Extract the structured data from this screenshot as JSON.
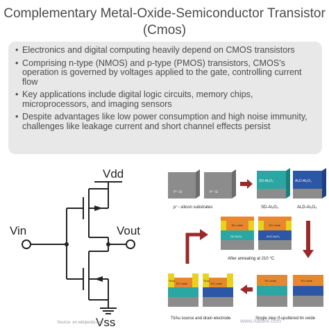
{
  "title": "Complementary Metal-Oxide-Semiconductor Transistor (Cmos)",
  "bullets": [
    "Electronics and digital computing heavily depend on CMOS transistors",
    "Comprising n-type (NMOS) and p-type (PMOS) transistors, CMOS's operation is governed by voltages applied to the gate, controlling current flow",
    "Key applications include digital logic circuits, memory chips, microprocessors, and imaging sensors",
    "Despite advantages like low power consumption and high noise immunity, challenges like leakage current and short channel effects persist"
  ],
  "bullet_symbol": "•",
  "circuit": {
    "vdd": "Vdd",
    "vss": "Vss",
    "vin": "Vin",
    "vout": "Vout"
  },
  "process": {
    "substrate_chip": "P⁺-Si",
    "substrates_label": "p⁺- silicon substrates",
    "sd_chip": "SD-Al₂O₃",
    "sd_label": "SD-Al₂O₃",
    "ald_chip": "ALD-Al₂O₃",
    "ald_label": "ALD-Al₂O₃",
    "tio_chip": "TiO oxide",
    "tiau_chip": "Ti/Au",
    "annealing_label": "After annealing at 210 °C",
    "electrode_label": "Ti/Au source and drain electrode",
    "sputter_label": "Single step rf-sputtered tin oxide"
  },
  "credit": "Source: en.wikipedia.org",
  "watermark": "www.nature.com",
  "colors": {
    "bullet_box": "#e8e8e8",
    "arrow_red": "#9a2a2a",
    "teal_layer": "#2aa7a2",
    "blue_layer": "#2c56a6",
    "orange_layer": "#e8882e",
    "yellow_contact": "#e8d21e",
    "substrate_gray": "#8c8c8c"
  }
}
